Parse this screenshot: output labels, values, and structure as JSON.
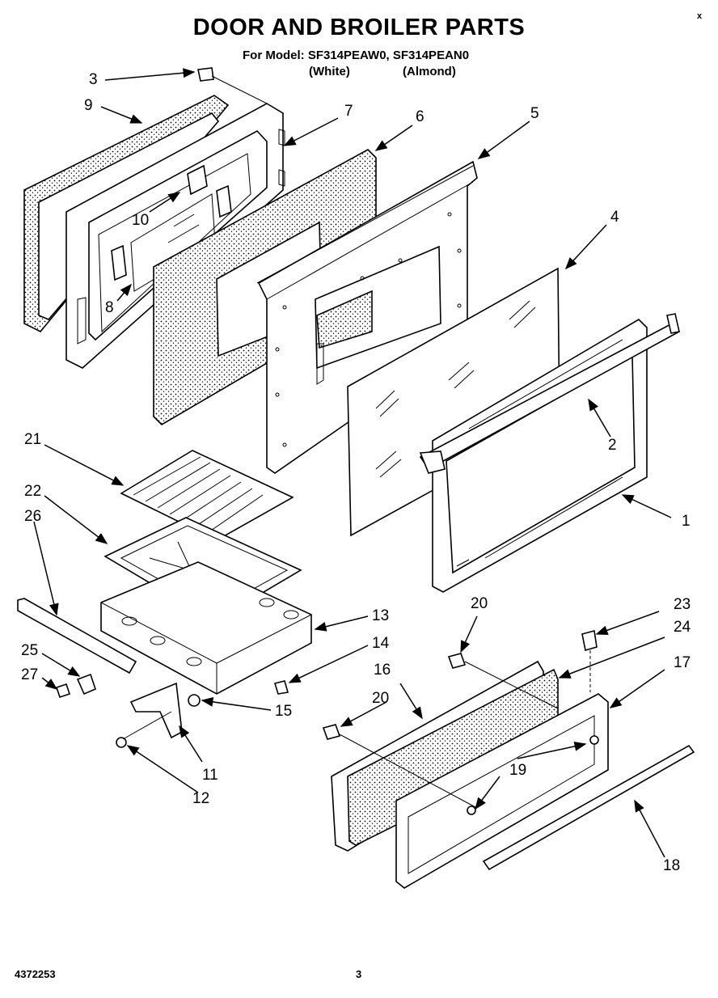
{
  "header": {
    "title": "DOOR AND BROILER PARTS",
    "model_line": "For Model: SF314PEAW0, SF314PEAN0",
    "color_white": "(White)",
    "color_almond": "(Almond)"
  },
  "callouts": [
    "1",
    "2",
    "3",
    "4",
    "5",
    "6",
    "7",
    "8",
    "9",
    "10",
    "11",
    "12",
    "13",
    "14",
    "15",
    "16",
    "17",
    "18",
    "19",
    "20",
    "20",
    "21",
    "22",
    "23",
    "24",
    "25",
    "26",
    "27"
  ],
  "footer": {
    "part_number": "4372253",
    "page_number": "3",
    "corner_mark": "x"
  }
}
